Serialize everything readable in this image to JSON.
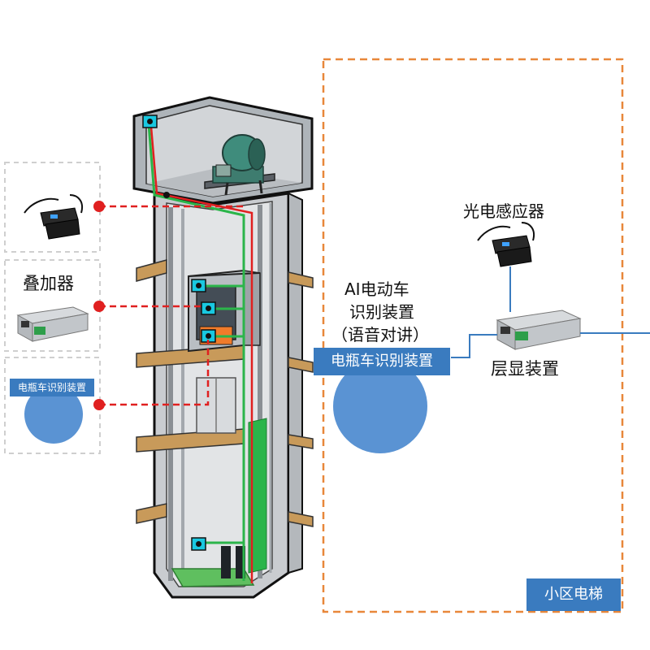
{
  "labels": {
    "superimposer": "叠加器",
    "photo_sensor": "光电感应器",
    "ai_recognition_line1": "AI电动车",
    "ai_recognition_line2": "识别装置",
    "ai_recognition_line3": "（语音对讲）",
    "floor_display": "层显装置",
    "ebike_device_small": "电瓶车识别装置",
    "ebike_device_large": "电瓶车识别装置",
    "community_elevator": "小区电梯"
  },
  "colors": {
    "accent_blue": "#3a7bbf",
    "circle_blue": "#5a93d3",
    "dashed_orange": "#e8873a",
    "signal_red": "#e02020",
    "cable_green": "#2bb54a",
    "camera_cyan": "#19c8e0",
    "floor_wood": "#c89a5a"
  },
  "icons": {
    "sensor": "photoelectric-sensor-icon",
    "device": "network-box-icon",
    "camera": "camera-icon",
    "motor": "traction-motor-icon"
  }
}
